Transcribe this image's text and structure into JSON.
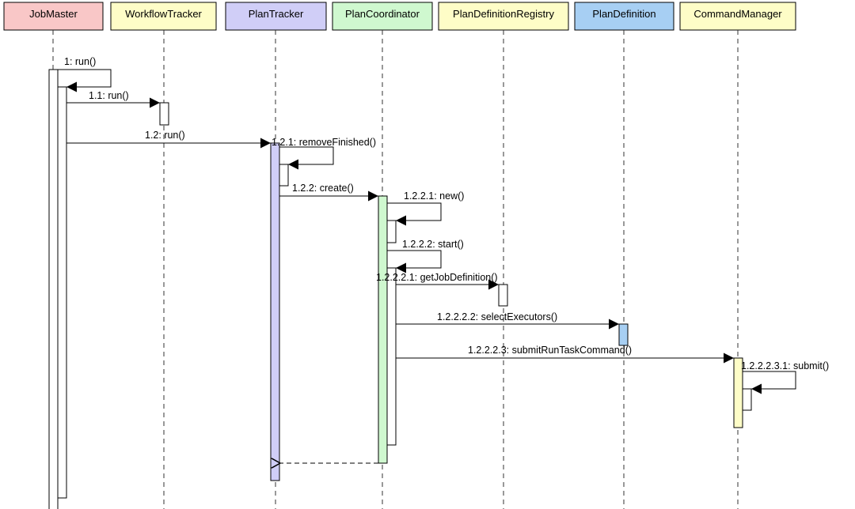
{
  "participants": [
    {
      "id": "jm",
      "label": "JobMaster",
      "color": "#f9c7c7"
    },
    {
      "id": "wt",
      "label": "WorkflowTracker",
      "color": "#fefdc7"
    },
    {
      "id": "pt",
      "label": "PlanTracker",
      "color": "#d0cef7"
    },
    {
      "id": "pc",
      "label": "PlanCoordinator",
      "color": "#cff8cf"
    },
    {
      "id": "pdr",
      "label": "PlanDefinitionRegistry",
      "color": "#fefdc7"
    },
    {
      "id": "pd",
      "label": "PlanDefinition",
      "color": "#a7cff3"
    },
    {
      "id": "cm",
      "label": "CommandManager",
      "color": "#fefdc7"
    }
  ],
  "messages": [
    {
      "id": "m1",
      "label": "1: run()"
    },
    {
      "id": "m11",
      "label": "1.1: run()"
    },
    {
      "id": "m12",
      "label": "1.2: run()"
    },
    {
      "id": "m121",
      "label": "1.2.1: removeFinished()"
    },
    {
      "id": "m122",
      "label": "1.2.2: create()"
    },
    {
      "id": "m1221",
      "label": "1.2.2.1: new()"
    },
    {
      "id": "m1222",
      "label": "1.2.2.2: start()"
    },
    {
      "id": "m12221",
      "label": "1.2.2.2.1: getJobDefinition()"
    },
    {
      "id": "m12222",
      "label": "1.2.2.2.2: selectExecutors()"
    },
    {
      "id": "m12223",
      "label": "1.2.2.2.3: submitRunTaskCommand()"
    },
    {
      "id": "m122231",
      "label": "1.2.2.2.3.1: submit()"
    }
  ],
  "colors": {
    "jobmaster_activation": "#ffffff",
    "plantracker_activation": "#d0cef7",
    "plancoordinator_activation": "#cff8cf",
    "plandefinition_activation": "#a7cff3",
    "commandmanager_activation": "#fefdc7"
  }
}
